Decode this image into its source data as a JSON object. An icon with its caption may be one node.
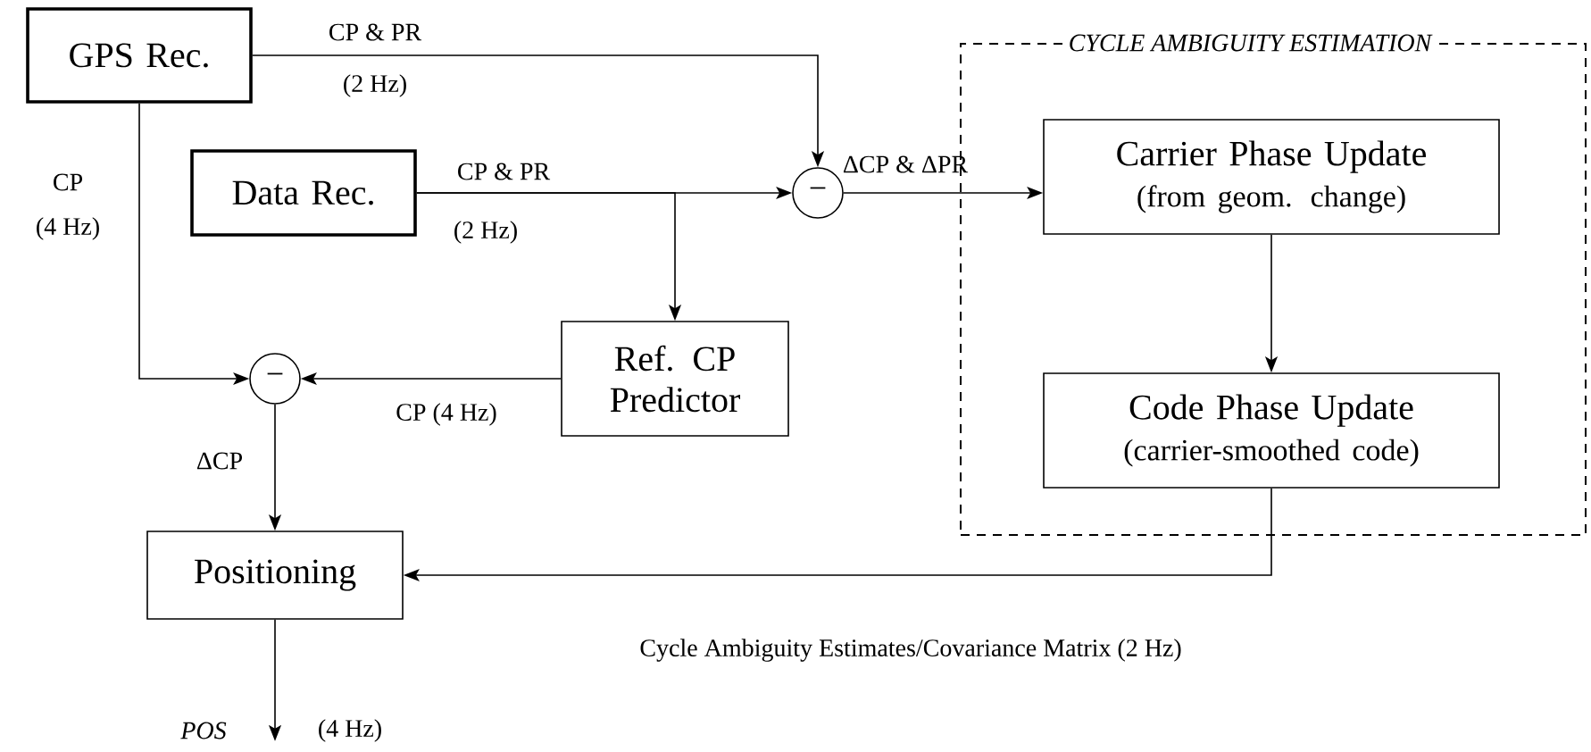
{
  "diagram": {
    "nodes": [
      {
        "text": [
          "GPS Rec."
        ]
      },
      {
        "text": [
          "Data Rec."
        ]
      },
      {
        "text": [
          "−"
        ]
      },
      {
        "text": [
          "CYCLE AMBIGUITY ESTIMATION"
        ]
      },
      {
        "text": [
          "Carrier Phase Update",
          "(from geom. change)"
        ],
        "in": 3
      },
      {
        "text": [
          "Code Phase Update",
          "(carrier-smoothed code)"
        ],
        "in": 3
      },
      {
        "text": [
          "Ref. CP Predictor"
        ]
      },
      {
        "text": [
          "−"
        ]
      },
      {
        "text": [
          "Positioning"
        ]
      }
    ],
    "edges": [
      {
        "from": 0,
        "to": 2,
        "arrow": "to",
        "label": "CP & PR"
      },
      {
        "from": 1,
        "to": 2,
        "arrow": "to",
        "label": "CP & PR"
      },
      {
        "from": 1,
        "to": 6,
        "arrow": "to"
      },
      {
        "from": 2,
        "to": 4,
        "arrow": "to",
        "label": "ΔCP & ΔPR"
      },
      {
        "from": 0,
        "to": 7,
        "arrow": "to",
        "label": "CP"
      },
      {
        "from": 6,
        "to": 7,
        "arrow": "to",
        "label": "CP (4 Hz)"
      },
      {
        "from": 7,
        "to": 8,
        "arrow": "to",
        "label": "ΔCP"
      },
      {
        "from": 4,
        "to": 5,
        "arrow": "to"
      },
      {
        "from": 5,
        "to": 8,
        "arrow": "to",
        "label": "Cycle Ambiguity Estimates/Covariance Matrix (2 Hz)"
      },
      {
        "from": 8,
        "to": null,
        "arrow": "to",
        "label": "*POS*"
      }
    ],
    "labels": [
      "(2 Hz)",
      "(4 Hz)",
      "(2 Hz)",
      "(4 Hz)"
    ]
  }
}
